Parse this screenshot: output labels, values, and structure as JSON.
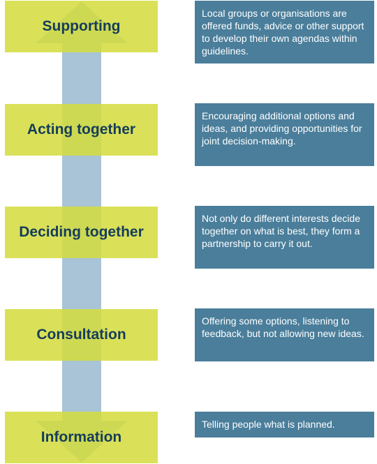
{
  "colors": {
    "level_fill": "#d4dc3e",
    "level_text": "#153d5a",
    "description_fill": "#4a7e9b",
    "description_text": "#ffffff",
    "arrow_fill": "#a9c4d6"
  },
  "levels": [
    {
      "label": "Supporting",
      "description": "Local groups or organisations are offered funds,  advice or other support to develop  their own agendas within guidelines."
    },
    {
      "label": "Acting together",
      "description": "Encouraging additional options and ideas, and providing opportunities for joint decision-making."
    },
    {
      "label": "Deciding together",
      "description": "Not only do different interests decide together on what is best, they form a partnership to carry it out."
    },
    {
      "label": "Consultation",
      "description": "Offering some options, listening to feedback, but not allowing new ideas."
    },
    {
      "label": "Information",
      "description": "Telling  people  what is planned."
    }
  ]
}
